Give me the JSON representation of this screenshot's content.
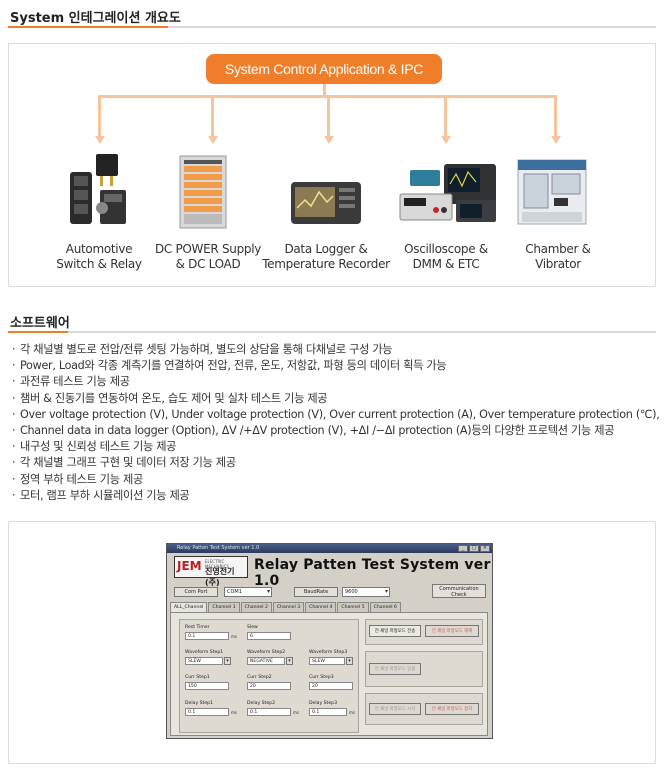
{
  "section1": {
    "title": "System 인테그레이션 개요도"
  },
  "diagram": {
    "hub_label": "System Control Application & IPC",
    "devices": [
      {
        "label_line1": "Automotive",
        "label_line2": "Switch & Relay",
        "icon": "relay-switch-icon"
      },
      {
        "label_line1": "DC POWER Supply",
        "label_line2": "& DC LOAD",
        "icon": "power-rack-icon"
      },
      {
        "label_line1": "Data Logger &",
        "label_line2": "Temperature Recorder",
        "icon": "data-logger-icon"
      },
      {
        "label_line1": "Oscilloscope &",
        "label_line2": "DMM & ETC",
        "icon": "oscilloscope-icon"
      },
      {
        "label_line1": "Chamber &",
        "label_line2": "Vibrator",
        "icon": "chamber-icon"
      }
    ],
    "accent_color": "#f07d2a",
    "connector_color": "#f6c59e"
  },
  "section2": {
    "title": "소프트웨어",
    "items": [
      "각 채널별 별도로 전압/전류 셋팅 가능하며, 별도의 상담을 통해 다채널로 구성 가능",
      "Power, Load와 각종 계측기를 연결하여 전압, 전류, 온도, 저항값, 파형 등의 데이터 획득 가능",
      "과전류 테스트 기능 제공",
      "챔버 & 진동기를 연동하여 온도, 습도 제어 및 실차 테스트 기능 제공",
      "Over voltage protection (V), Under voltage protection (V), Over current protection (A), Over temperature protection (℃),",
      "Channel data in data logger (Option), ΔV /+ΔV protection (V), +ΔI /−ΔI protection (A)등의 다양한 프로텍션 기능 제공",
      "내구성 및 신뢰성 테스트 기능 제공",
      "각 채널별 그래프 구현 및 데이터 저장 기능 제공",
      "정역 부하 테스트 기능 제공",
      "모터, 램프 부하 시뮬레이션 기능 제공"
    ]
  },
  "app": {
    "window_title": "Relay Patten Test System ver 1.0",
    "logo": {
      "brand": "JEM",
      "tagline": "ELECTRIC MECHANICS",
      "korean_name": "진영전기(주)"
    },
    "title": "Relay Patten Test System ver 1.0",
    "com_port_label": "Com Port",
    "com_port_value": "COM1",
    "baudrate_label": "BaudRate",
    "baudrate_value": "9600",
    "comm_check_label": "Communication Check",
    "tabs": [
      "ALL_Channel",
      "Channel 1",
      "Channel 2",
      "Channel 3",
      "Channel 4",
      "Channel 5",
      "Channel 6"
    ],
    "rest_timer_label": "Rest Timer",
    "rest_timer_value": "0.1",
    "rest_timer_unit": "ms",
    "slew_label": "Slew",
    "slew_value": "6",
    "waveform1_label": "Waveform Step1",
    "waveform1_value": "SLEW",
    "waveform2_label": "Waveform Step2",
    "waveform2_value": "NEGATIVE",
    "waveform3_label": "Waveform Step3",
    "waveform3_value": "SLEW",
    "curr1_label": "Curr Step1",
    "curr1_value": "150",
    "curr2_label": "Curr Step2",
    "curr2_value": "20",
    "curr3_label": "Curr Step3",
    "curr3_value": "20",
    "delay1_label": "Delay Step1",
    "delay1_value": "0.1",
    "delay1_unit": "ms",
    "delay2_label": "Delay Step2",
    "delay2_value": "0.1",
    "delay2_unit": "ms",
    "delay3_label": "Delay Step3",
    "delay3_value": "0.1",
    "delay3_unit": "ms",
    "btn_all_set": "전 채널 파형모드 전송",
    "btn_all_reset": "전 채널 파형모드 해제",
    "btn_all_check": "전 채널 파형모드 일괄",
    "btn_all_start": "전 채널 파형모드 시작",
    "btn_all_stop": "전 채널 파형모드 정지"
  }
}
